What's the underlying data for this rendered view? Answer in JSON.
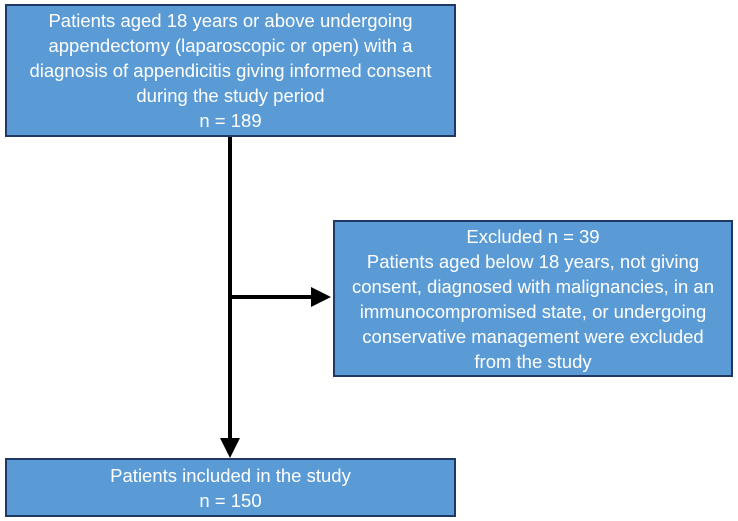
{
  "flowchart": {
    "top_box": {
      "lines": [
        "Patients aged 18 years or above undergoing",
        "appendectomy (laparoscopic or open) with a",
        "diagnosis of appendicitis giving informed consent",
        "during the study period",
        "n = 189"
      ]
    },
    "excluded_box": {
      "lines": [
        "Excluded n = 39",
        "Patients aged below 18 years, not giving",
        "consent, diagnosed with malignancies, in an",
        "immunocompromised state, or undergoing",
        "conservative management were excluded",
        "from the study"
      ]
    },
    "bottom_box": {
      "lines": [
        "Patients included in the study",
        "n = 150"
      ]
    },
    "colors": {
      "box_fill": "#5b9bd5",
      "box_border": "#1f3864",
      "box_text": "#ffffff",
      "arrow": "#000000"
    }
  }
}
